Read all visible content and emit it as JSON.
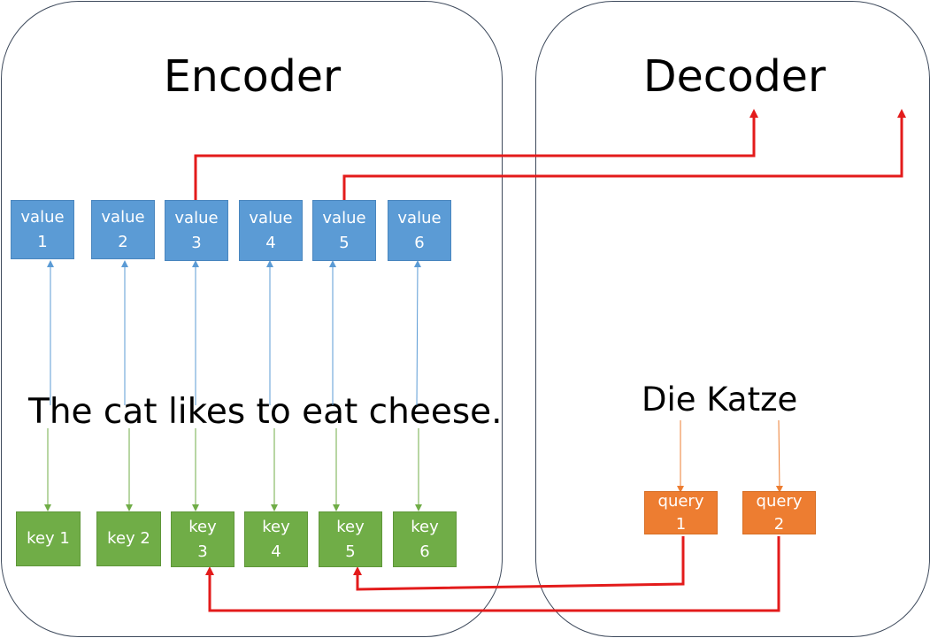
{
  "encoder": {
    "title": "Encoder",
    "sentence": "The cat likes to eat cheese.",
    "values": [
      "value\n1",
      "value\n2",
      "value\n3",
      "value\n4",
      "value\n5",
      "value\n6"
    ],
    "keys": [
      "key 1",
      "key 2",
      "key\n3",
      "key\n4",
      "key\n5",
      "key\n6"
    ]
  },
  "decoder": {
    "title": "Decoder",
    "sentence": "Die Katze",
    "queries": [
      "query\n1",
      "query\n2"
    ]
  },
  "colors": {
    "value_box": "#5b9bd5",
    "key_box": "#70ad47",
    "query_box": "#ed7d31",
    "attention_arrow": "#e31b1b",
    "panel_border": "#3e4a5c"
  }
}
